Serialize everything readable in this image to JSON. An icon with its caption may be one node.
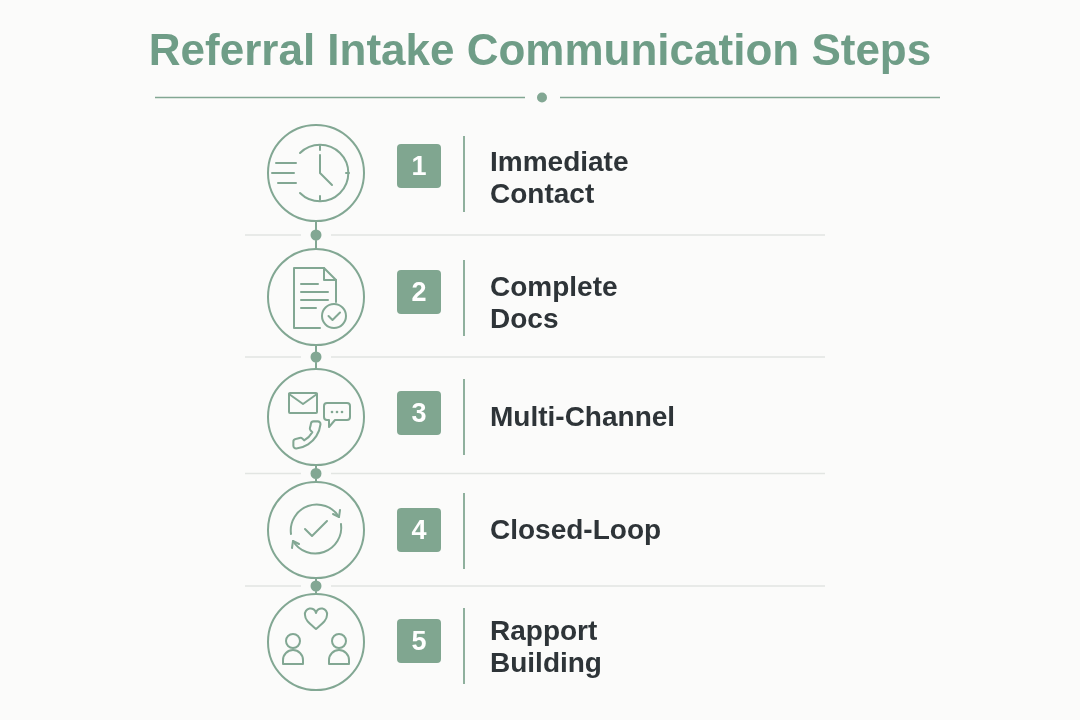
{
  "diagram": {
    "title": "Referral Intake Communication Steps",
    "nodes": [
      {
        "text": [],
        "shape": "circle"
      },
      {
        "text": [
          "1"
        ],
        "beside": [
          "Immediate Contact"
        ]
      },
      {
        "text": [],
        "shape": "circle"
      },
      {
        "text": [
          "2"
        ],
        "beside": [
          "Complete Docs"
        ]
      },
      {
        "text": [],
        "shape": "circle"
      },
      {
        "text": [
          "3"
        ],
        "beside": [
          "Multi-Channel"
        ]
      },
      {
        "text": [],
        "shape": "circle"
      },
      {
        "text": [
          "4"
        ],
        "beside": [
          "Closed-Loop"
        ]
      },
      {
        "text": [],
        "shape": "circle"
      },
      {
        "text": [
          "5"
        ],
        "beside": [
          "Rapport Building"
        ]
      }
    ],
    "edges": [
      {
        "from": 0,
        "to": 2,
        "arrow": "none"
      },
      {
        "from": 2,
        "to": 4,
        "arrow": "none"
      },
      {
        "from": 4,
        "to": 6,
        "arrow": "none"
      },
      {
        "from": 6,
        "to": 8,
        "arrow": "none"
      }
    ]
  }
}
